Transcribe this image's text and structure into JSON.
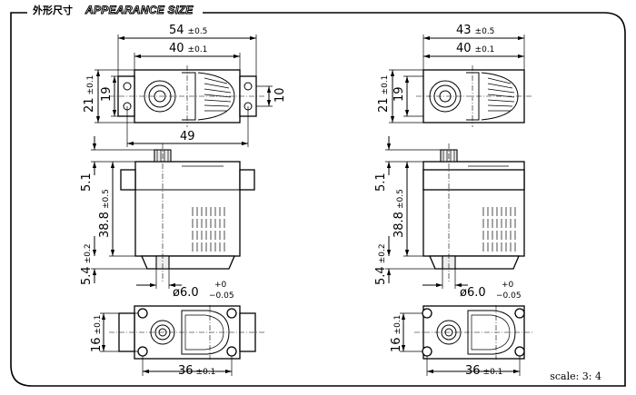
{
  "header": {
    "title_cn": "外形尺寸",
    "title_en": "APPEARANCE SIZE"
  },
  "footer": {
    "scale": "scale:  3: 4"
  },
  "left": {
    "top_view": {
      "overall_width": "54",
      "overall_width_tol": "±0.5",
      "body_width": "40",
      "body_width_tol": "±0.1",
      "mount_spacing": "49",
      "outer_height": "21",
      "outer_height_tol": "±0.1",
      "inner_height": "19",
      "tab_height": "10"
    },
    "side_view": {
      "spline_height": "5.1",
      "body_height": "38.8",
      "body_height_tol": "±0.5",
      "base_height": "5.4",
      "base_height_tol": "±0.2",
      "shaft_dia": "ø6.0",
      "shaft_tol_plus": "+0",
      "shaft_tol_minus": "−0.05"
    },
    "bottom_view": {
      "bolt_height": "16",
      "bolt_height_tol": "±0.1",
      "bolt_width": "36",
      "bolt_width_tol": "±0.1"
    }
  },
  "right": {
    "top_view": {
      "overall_width": "43",
      "overall_width_tol": "±0.5",
      "body_width": "40",
      "body_width_tol": "±0.1",
      "outer_height": "21",
      "outer_height_tol": "±0.1",
      "inner_height": "19"
    },
    "side_view": {
      "spline_height": "5.1",
      "body_height": "38.8",
      "body_height_tol": "±0.5",
      "base_height": "5.4",
      "base_height_tol": "±0.2",
      "shaft_dia": "ø6.0",
      "shaft_tol_plus": "+0",
      "shaft_tol_minus": "−0.05"
    },
    "bottom_view": {
      "bolt_height": "16",
      "bolt_height_tol": "±0.1",
      "bolt_width": "36",
      "bolt_width_tol": "±0.1"
    }
  }
}
